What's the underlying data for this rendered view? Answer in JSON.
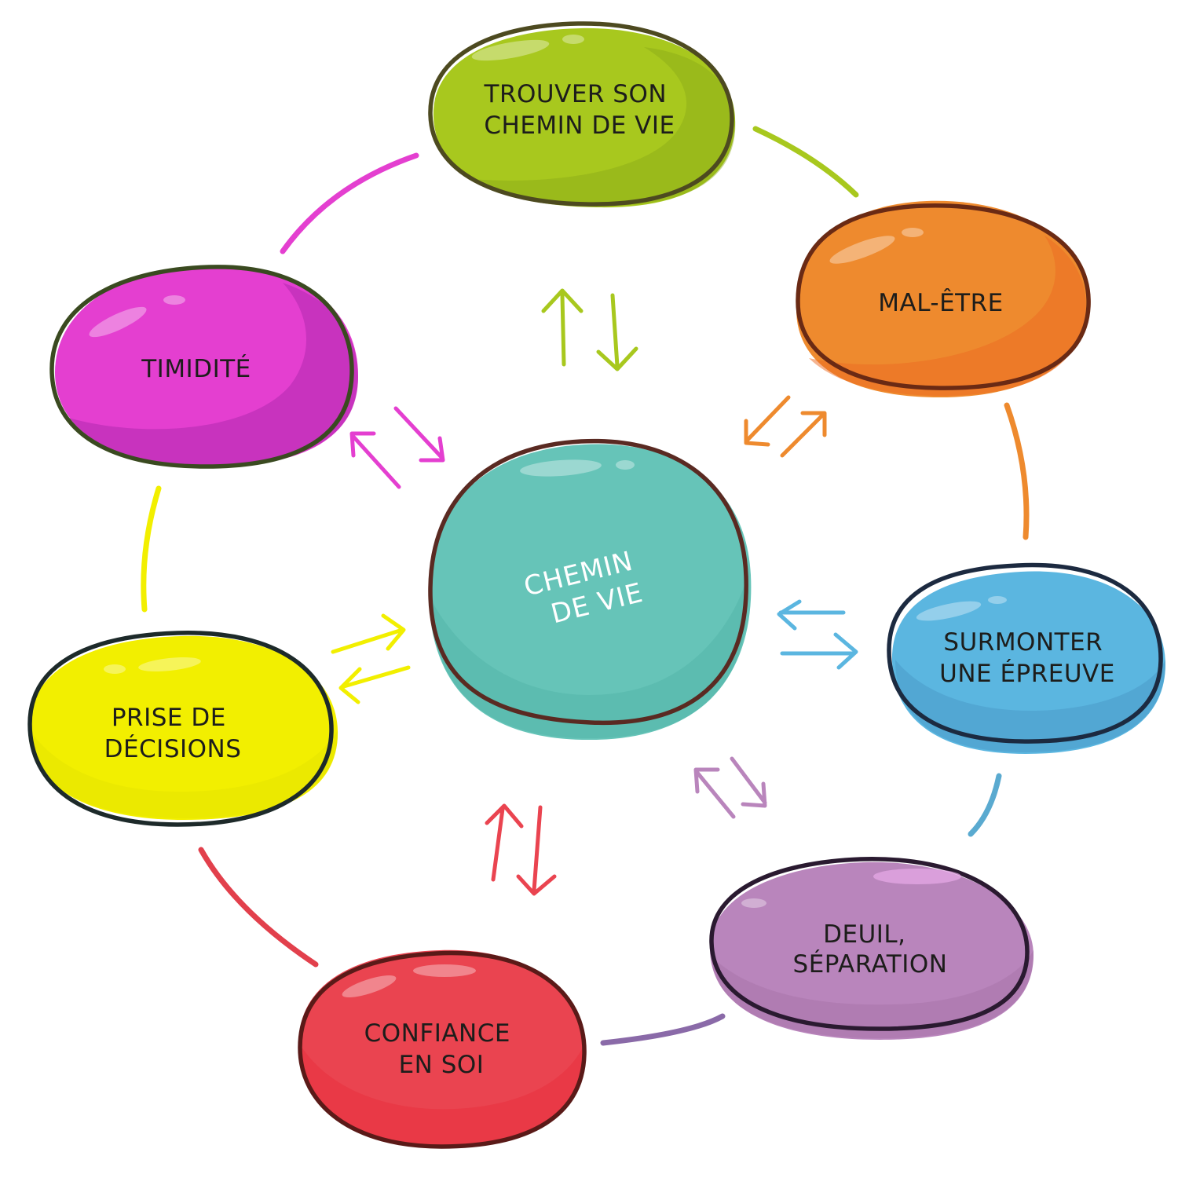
{
  "center": {
    "lines": [
      "CHEMIN",
      "DE VIE"
    ],
    "color": "#66c4b8"
  },
  "nodes": [
    {
      "id": "trouver",
      "lines": [
        "TROUVER SON",
        "CHEMIN DE VIE"
      ],
      "color": "#a8c81e"
    },
    {
      "id": "mal-etre",
      "lines": [
        "MAL-ÊTRE"
      ],
      "color": "#ee8a2e"
    },
    {
      "id": "surmonter",
      "lines": [
        "SURMONTER",
        "UNE ÉPREUVE"
      ],
      "color": "#5bb6e0"
    },
    {
      "id": "deuil",
      "lines": [
        "DEUIL,",
        "SÉPARATION"
      ],
      "color": "#b985bc"
    },
    {
      "id": "confiance",
      "lines": [
        "CONFIANCE",
        "EN SOI"
      ],
      "color": "#ea4450"
    },
    {
      "id": "prise",
      "lines": [
        "PRISE DE",
        "DÉCISIONS"
      ],
      "color": "#f2ef00"
    },
    {
      "id": "timidite",
      "lines": [
        "TIMIDITÉ"
      ],
      "color": "#e43fd0"
    }
  ],
  "connectors": [
    {
      "from": "trouver",
      "to": "mal-etre",
      "color": "#a8c81e"
    },
    {
      "from": "mal-etre",
      "to": "surmonter",
      "color": "#ee8a2e"
    },
    {
      "from": "surmonter",
      "to": "deuil",
      "color": "#5aaad0"
    },
    {
      "from": "deuil",
      "to": "confiance",
      "color": "#8a6aa8"
    },
    {
      "from": "confiance",
      "to": "prise",
      "color": "#e2404c"
    },
    {
      "from": "prise",
      "to": "timidite",
      "color": "#f2ef00"
    },
    {
      "from": "timidite",
      "to": "trouver",
      "color": "#e43fd0"
    }
  ]
}
